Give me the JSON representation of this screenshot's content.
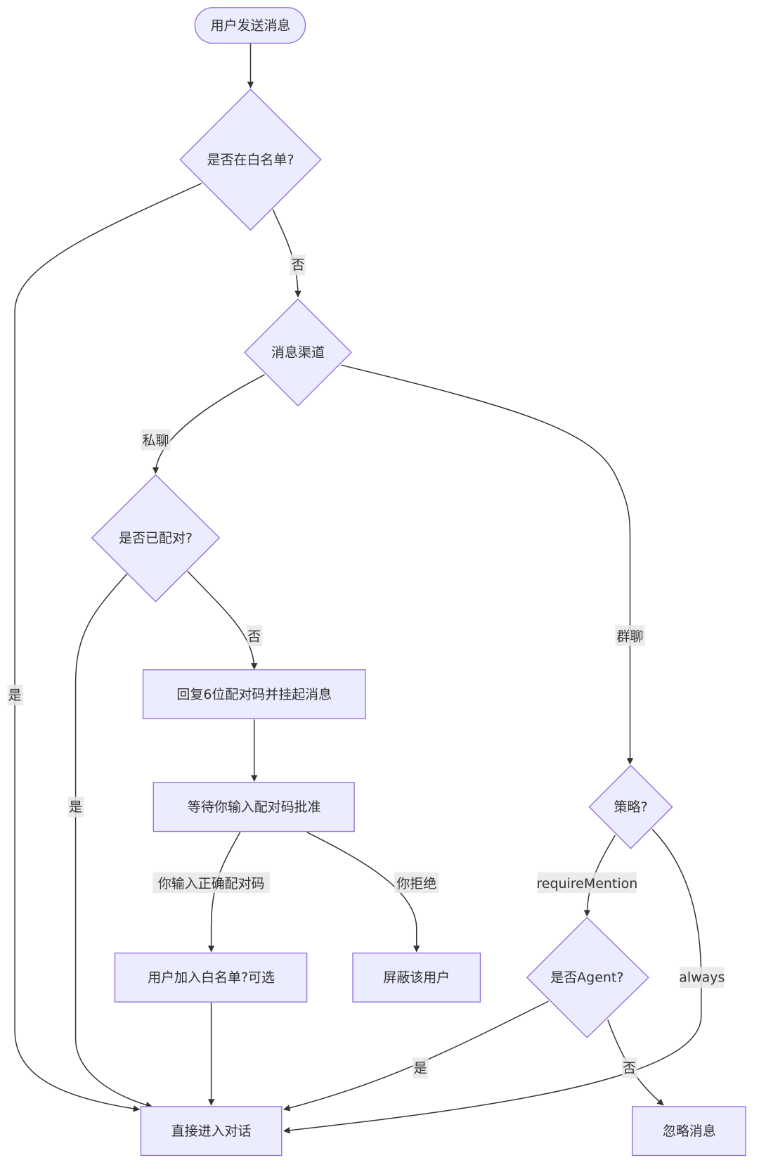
{
  "diagram": {
    "type": "flowchart",
    "direction": "top-down",
    "colors": {
      "node_fill": "#ececff",
      "node_stroke": "#9370db",
      "edge": "#333333",
      "label_bg": "#e8e8e8",
      "text": "#333333"
    },
    "nodes": {
      "start": {
        "label": "用户发送消息",
        "shape": "stadium"
      },
      "whitelist": {
        "label": "是否在白名单?",
        "shape": "diamond"
      },
      "channel": {
        "label": "消息渠道",
        "shape": "diamond"
      },
      "paired": {
        "label": "是否已配对?",
        "shape": "diamond"
      },
      "reply_code": {
        "label": "回复6位配对码并挂起消息",
        "shape": "rect"
      },
      "wait_approve": {
        "label": "等待你输入配对码批准",
        "shape": "rect"
      },
      "add_whitelist": {
        "label": "用户加入白名单?可选",
        "shape": "rect"
      },
      "block_user": {
        "label": "屏蔽该用户",
        "shape": "rect"
      },
      "policy": {
        "label": "策略?",
        "shape": "diamond"
      },
      "is_agent": {
        "label": "是否Agent?",
        "shape": "diamond"
      },
      "enter_chat": {
        "label": "直接进入对话",
        "shape": "rect"
      },
      "ignore": {
        "label": "忽略消息",
        "shape": "rect"
      }
    },
    "edges": [
      {
        "from": "start",
        "to": "whitelist",
        "label": ""
      },
      {
        "from": "whitelist",
        "to": "enter_chat",
        "label": "是"
      },
      {
        "from": "whitelist",
        "to": "channel",
        "label": "否"
      },
      {
        "from": "channel",
        "to": "paired",
        "label": "私聊"
      },
      {
        "from": "channel",
        "to": "policy",
        "label": "群聊"
      },
      {
        "from": "paired",
        "to": "enter_chat",
        "label": "是"
      },
      {
        "from": "paired",
        "to": "reply_code",
        "label": "否"
      },
      {
        "from": "reply_code",
        "to": "wait_approve",
        "label": ""
      },
      {
        "from": "wait_approve",
        "to": "add_whitelist",
        "label": "你输入正确配对码"
      },
      {
        "from": "wait_approve",
        "to": "block_user",
        "label": "你拒绝"
      },
      {
        "from": "add_whitelist",
        "to": "enter_chat",
        "label": ""
      },
      {
        "from": "policy",
        "to": "is_agent",
        "label": "requireMention"
      },
      {
        "from": "policy",
        "to": "enter_chat",
        "label": "always"
      },
      {
        "from": "is_agent",
        "to": "enter_chat",
        "label": "是"
      },
      {
        "from": "is_agent",
        "to": "ignore",
        "label": "否"
      }
    ]
  }
}
